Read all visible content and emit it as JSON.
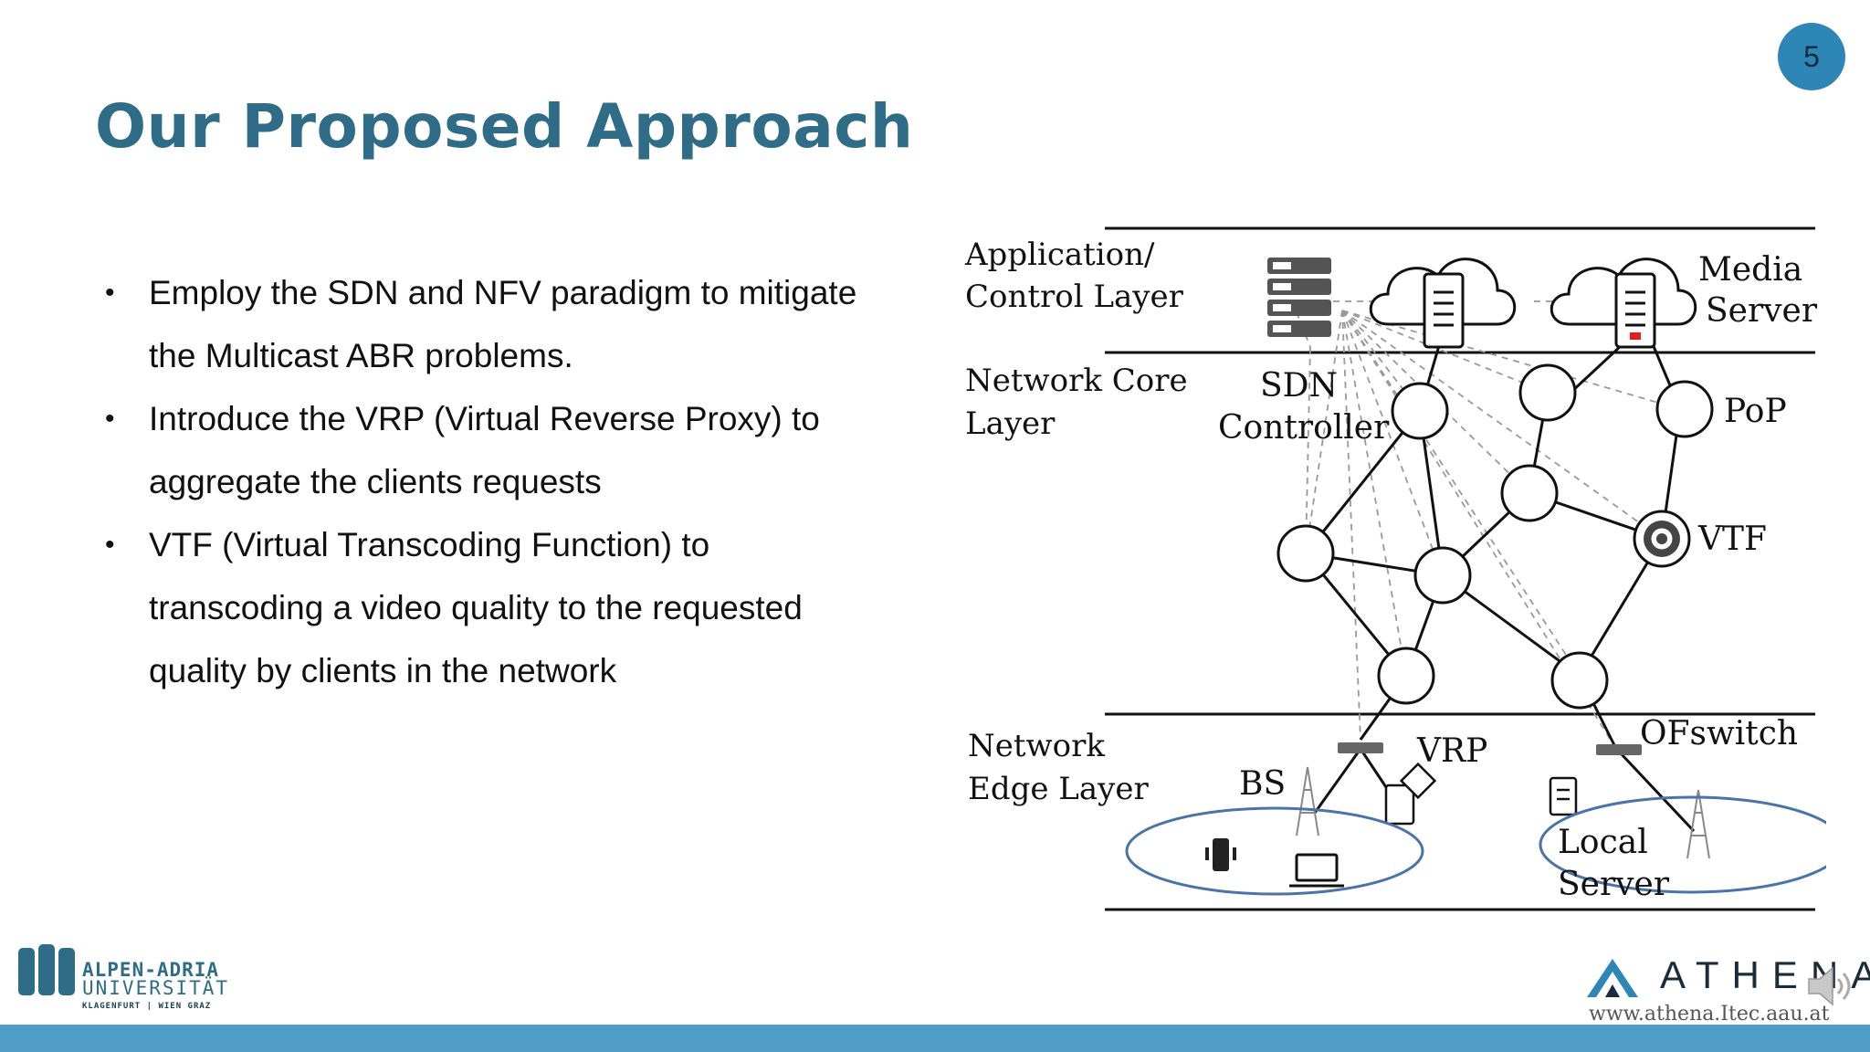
{
  "page_number": "5",
  "title": "Our Proposed Approach",
  "bullets": [
    {
      "line1": "Employ the SDN and NFV paradigm to mitigate",
      "line2": "the Multicast ABR problems."
    },
    {
      "line1": "Introduce the VRP (Virtual Reverse Proxy) to",
      "line2": "aggregate the clients requests"
    },
    {
      "line1": "VTF (Virtual Transcoding Function) to",
      "line2": "transcoding a video quality to the requested",
      "line3": "quality by clients in the network"
    }
  ],
  "diagram": {
    "layers": {
      "app_line1": "Application/",
      "app_line2": "Control Layer",
      "core_line1": "Network Core",
      "core_line2": "Layer",
      "edge_line1": "Network",
      "edge_line2": "Edge Layer"
    },
    "labels": {
      "sdn_line1": "SDN",
      "sdn_line2": "Controller",
      "media_line1": "Media",
      "media_line2": "Server",
      "pop": "PoP",
      "vtf": "VTF",
      "vrp": "VRP",
      "ofswitch": "OFswitch",
      "bs": "BS",
      "local_line1": "Local",
      "local_line2": "Server"
    }
  },
  "logos": {
    "aau_line1": "ALPEN-ADRIA",
    "aau_line2": "UNIVERSITÄT",
    "aau_line3": "KLAGENFURT | WIEN GRAZ",
    "athena_name": "ATHENA",
    "athena_url": "www.athena.Itec.aau.at"
  },
  "colors": {
    "title": "#2e6c87",
    "page_badge": "#2e86b7",
    "footer_bar": "#4f9cc6",
    "edge_ellipse": "#4a74a8"
  },
  "icons": [
    "speaker-icon",
    "server-rack-icon",
    "cloud-server-icon",
    "gear-icon",
    "antenna-tower-icon",
    "phone-icon",
    "laptop-icon",
    "switch-icon"
  ]
}
